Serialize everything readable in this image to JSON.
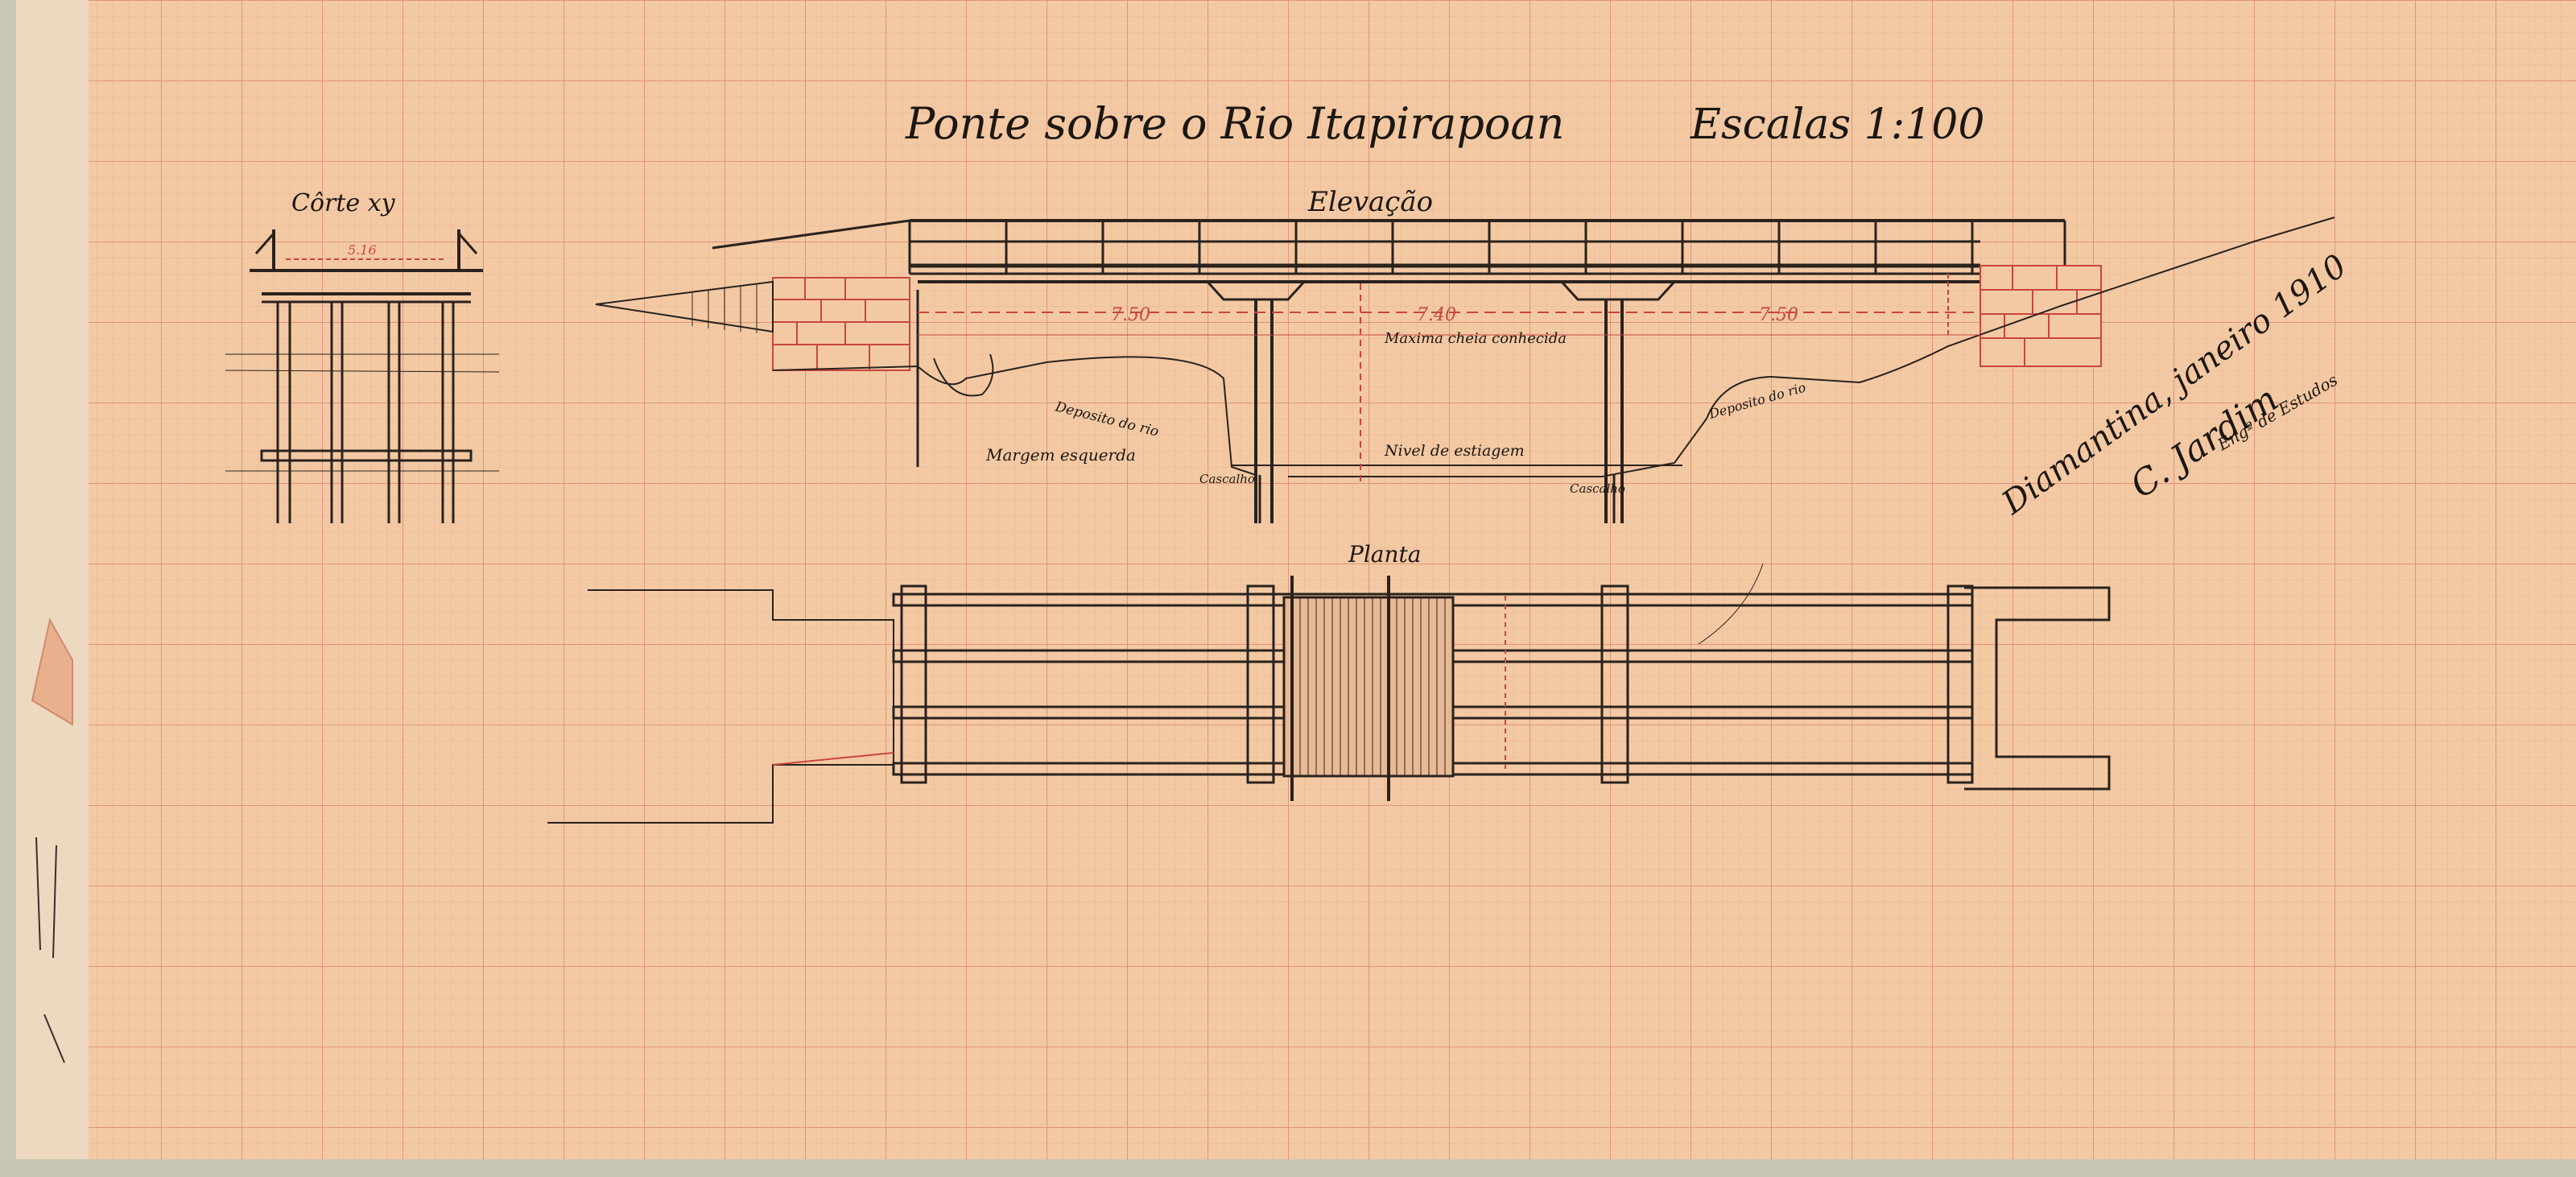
{
  "sheet": {
    "title": "Ponte sobre o Rio Itapirapoan",
    "scale": "Escalas 1:100",
    "signature_place_date": "Diamantina, janeiro 1910",
    "signature_name": "C. Jardim",
    "signature_role": "Engº de Estudos"
  },
  "section": {
    "label": "Côrte xy",
    "width_dim": "5.16"
  },
  "elevation": {
    "label": "Elevação",
    "span_left": "7.50",
    "span_center": "7.40",
    "span_right": "7.50",
    "annotations": {
      "max_flood": "Maxima cheia conhecida",
      "low_water": "Nivel de estiagem",
      "left_bank": "Margem esquerda",
      "river_deposit_left": "Deposito do rio",
      "river_deposit_right": "Deposito do rio",
      "gravel_left": "Cascalho",
      "gravel_right": "Cascalho"
    }
  },
  "plan": {
    "label": "Planta"
  },
  "colors": {
    "paper": "#f3c8a0",
    "grid_minor": "#e6a487",
    "grid_major": "#d97f6a",
    "ink": "#2a221c",
    "red_ink": "#c8463e",
    "border_tape": "#ead8bf"
  }
}
